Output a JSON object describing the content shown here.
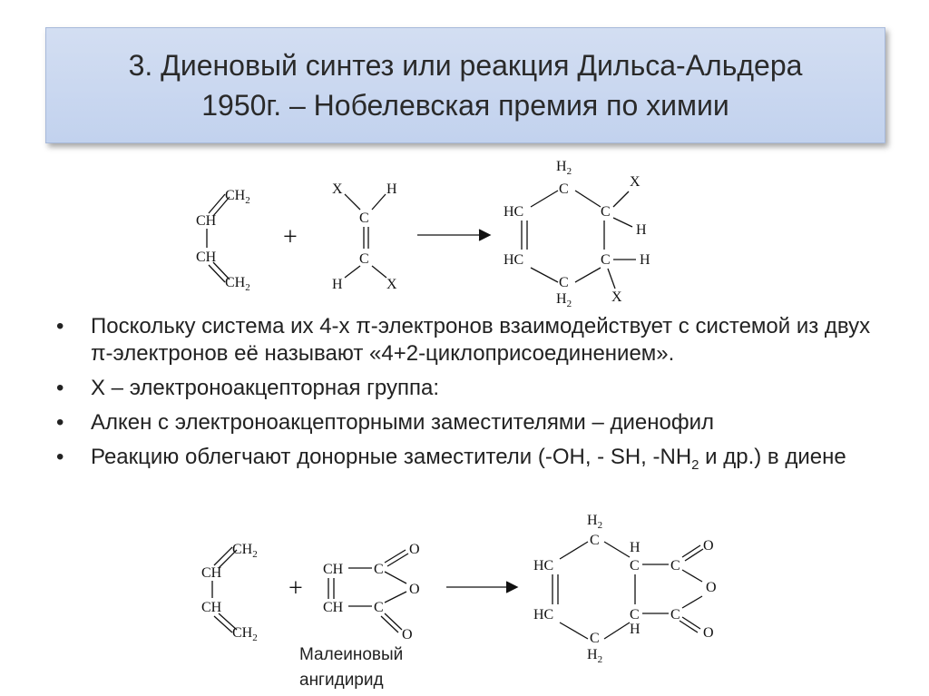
{
  "title": {
    "line1": "3. Диеновый синтез или реакция Дильса-Альдера",
    "line2": "1950г. – Нобелевская премия по химии"
  },
  "reaction1": {
    "diene": {
      "ch2_top": "CH",
      "ch2_top_sub": "2",
      "ch_a": "CH",
      "ch_b": "CH",
      "ch2_bot": "CH",
      "ch2_bot_sub": "2"
    },
    "plus": "+",
    "dienophile": {
      "x1": "X",
      "h1": "H",
      "c1": "C",
      "c2": "C",
      "h2": "H",
      "x2": "X"
    },
    "product": {
      "h2_top": "H",
      "h2_top_sub": "2",
      "c_top": "C",
      "x_top": "X",
      "hc1": "HC",
      "c_r1": "C",
      "h_r1": "H",
      "hc2": "HC",
      "c_r2": "C",
      "h_r2": "H",
      "c_bot": "C",
      "h2_bot": "H",
      "h2_bot_sub": "2",
      "x_bot": "X"
    }
  },
  "bullets": [
    {
      "text": "Поскольку система их 4-х π-электронов взаимодействует с системой из двух π-электронов её называют «4+2-циклоприсоединением»."
    },
    {
      "text": "X – электроноакцепторная группа:"
    },
    {
      "text": "Алкен с электроноакцепторными заместителями – диенофил"
    },
    {
      "pre": "Реакцию облегчают донорные заместители (-OH, - SH, -NH",
      "sub": "2",
      "post": " и др.) в диене"
    }
  ],
  "reaction2": {
    "diene": {
      "ch2_top": "CH",
      "ch2_top_sub": "2",
      "ch_a": "CH",
      "ch_b": "CH",
      "ch2_bot": "CH",
      "ch2_bot_sub": "2"
    },
    "plus": "+",
    "anhydride": {
      "ch1": "CH",
      "c1": "C",
      "o1": "O",
      "o_ring": "O",
      "ch2": "CH",
      "c2": "C",
      "o2": "O"
    },
    "product": {
      "h2_top": "H",
      "h2_top_sub": "2",
      "c_top": "C",
      "h_top": "H",
      "c_ca1": "C",
      "o1": "O",
      "hc1": "HC",
      "c_r1": "C",
      "o_ring": "O",
      "hc2": "HC",
      "c_r2": "C",
      "c_ca2": "C",
      "o2": "O",
      "h_bot": "H",
      "c_bot": "C",
      "h2_bot": "H",
      "h2_bot_sub": "2"
    },
    "caption_line1": "Малеиновый",
    "caption_line2": "ангидирид"
  },
  "colors": {
    "title_bg": "#c9d7f0",
    "title_border": "#a7b9da",
    "text": "#222222"
  }
}
